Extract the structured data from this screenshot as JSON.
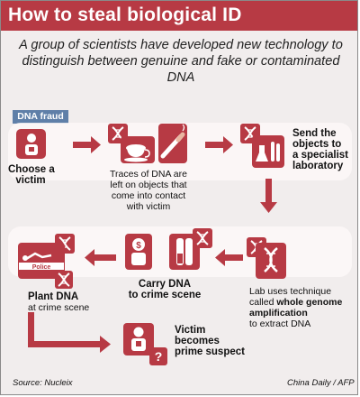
{
  "title": "How to steal biological ID",
  "subtitle": "A group of scientists have developed new technology to distinguish between genuine and fake or contaminated DNA",
  "section_tag": "DNA fraud",
  "steps": {
    "choose": {
      "line1": "Choose a",
      "line2": "victim"
    },
    "traces": {
      "line1": "Traces of DNA are",
      "line2": "left on objects that",
      "line3": "come into contact",
      "line4": "with victim"
    },
    "send": {
      "line1": "Send the",
      "line2": "objects to",
      "line3": "a specialist",
      "line4": "laboratory"
    },
    "lab": {
      "line1": "Lab uses technique",
      "line2_prefix": "called ",
      "line2_bold": "whole genome",
      "line3": "amplification",
      "line4": "to extract DNA"
    },
    "carry": {
      "line1": "Carry DNA",
      "line2": "to crime scene"
    },
    "plant": {
      "line1": "Plant DNA",
      "line2": "at crime scene"
    },
    "suspect": {
      "line1": "Victim",
      "line2": "becomes",
      "line3": "prime suspect"
    }
  },
  "police_tape_text": "Police",
  "suspect_mark": "?",
  "source": "Source: Nucleix",
  "credit": "China Daily / AFP",
  "colors": {
    "accent": "#b73a44",
    "tag": "#5f7fa8",
    "background": "#f1eded"
  }
}
